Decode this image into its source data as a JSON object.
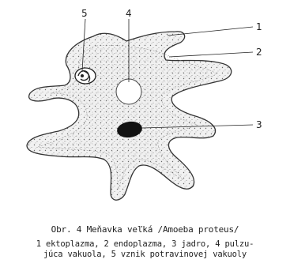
{
  "figure": {
    "labels": [
      "1",
      "2",
      "3",
      "4",
      "5"
    ],
    "caption_title": "Obr. 4  Meňavka veľká /Amoeba proteus/",
    "caption_line1": "1 ektoplazma, 2 endoplazma, 3 jadro, 4 pulzu-",
    "caption_line2": "júca vakuola, 5 vznik potravinovej vakuoly"
  }
}
